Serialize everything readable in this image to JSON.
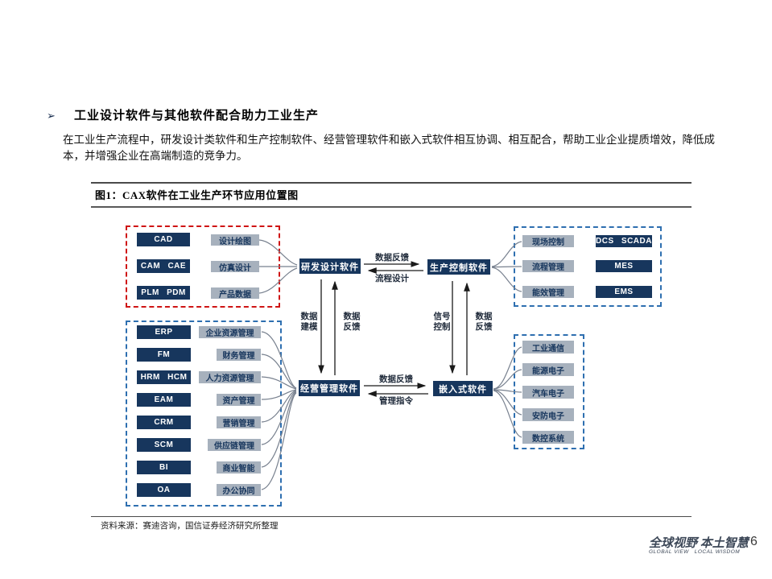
{
  "header": {
    "bullet": "➢",
    "title": "工业设计软件与其他软件配合助力工业生产",
    "paragraph": "在工业生产流程中，研发设计类软件和生产控制软件、经营管理软件和嵌入式软件相互协调、相互配合，帮助工业企业提质增效，降低成本，并增强企业在高端制造的竞争力。"
  },
  "figure": {
    "title": "图1：CAX软件在工业生产环节应用位置图",
    "source": "资料来源：赛迪咨询，国信证券经济研究所整理"
  },
  "colors": {
    "navy_box": "#17365d",
    "gray_box": "#a7b1bd",
    "red_dash_border": "#cf1414",
    "blue_dash_border": "#2e6fb0",
    "connector_gray": "#78818f",
    "arrow_black": "#1a1a1a"
  },
  "diagram": {
    "nodes": {
      "rd": "研发设计软件",
      "pc": "生产控制软件",
      "mgmt": "经营管理软件",
      "emb": "嵌入式软件"
    },
    "edges": {
      "rd_pc_forward": "数据反馈",
      "rd_pc_back": "流程设计",
      "rd_mgmt_down": "数据建模",
      "mgmt_rd_up": "数据反馈",
      "pc_emb_down": "信号控制",
      "emb_pc_up": "数据反馈",
      "mgmt_emb_forward": "数据反馈",
      "emb_mgmt_back": "管理指令"
    },
    "rd_group": {
      "items": [
        {
          "code": "CAD",
          "label": "设计绘图"
        },
        {
          "code": "CAM CAE",
          "label": "仿真设计"
        },
        {
          "code": "PLM PDM",
          "label": "产品数据"
        }
      ]
    },
    "pc_group": {
      "items": [
        {
          "label": "现场控制",
          "code": "DCS SCADA"
        },
        {
          "label": "流程管理",
          "code": "MES"
        },
        {
          "label": "能效管理",
          "code": "EMS"
        }
      ]
    },
    "mgmt_group": {
      "items": [
        {
          "code": "ERP",
          "label": "企业资源管理"
        },
        {
          "code": "FM",
          "label": "财务管理"
        },
        {
          "code": "HRM HCM",
          "label": "人力资源管理"
        },
        {
          "code": "EAM",
          "label": "资产管理"
        },
        {
          "code": "CRM",
          "label": "营销管理"
        },
        {
          "code": "SCM",
          "label": "供应链管理"
        },
        {
          "code": "BI",
          "label": "商业智能"
        },
        {
          "code": "OA",
          "label": "办公协同"
        }
      ]
    },
    "emb_group": {
      "items": [
        {
          "label": "工业通信"
        },
        {
          "label": "能源电子"
        },
        {
          "label": "汽车电子"
        },
        {
          "label": "安防电子"
        },
        {
          "label": "数控系统"
        }
      ]
    }
  },
  "footer": {
    "slogan_cn": "全球视野 本土智慧",
    "slogan_en": "GLOBAL VIEW   LOCAL WISDOM",
    "page_number": "6"
  }
}
